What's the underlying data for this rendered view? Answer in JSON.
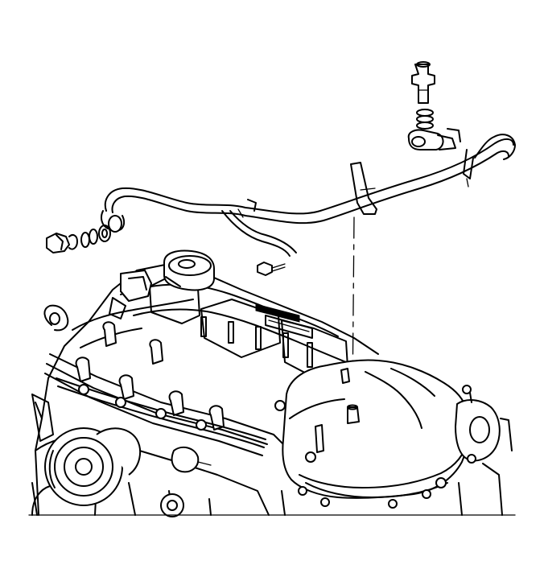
{
  "illustration": {
    "kind": "exploded-view technical line drawing",
    "colors": {
      "ink": "#000000",
      "background": "#ffffff"
    },
    "components": [
      "pcv-tube-assembly",
      "pcv-valve",
      "o-ring-seals",
      "tube-end-connector",
      "tube-bracket",
      "plug-and-o-rings",
      "bracket-bolt",
      "engine-cylinder-head",
      "intake-manifold",
      "oil-filler-cap",
      "fuel-rail",
      "turbocharger"
    ]
  }
}
